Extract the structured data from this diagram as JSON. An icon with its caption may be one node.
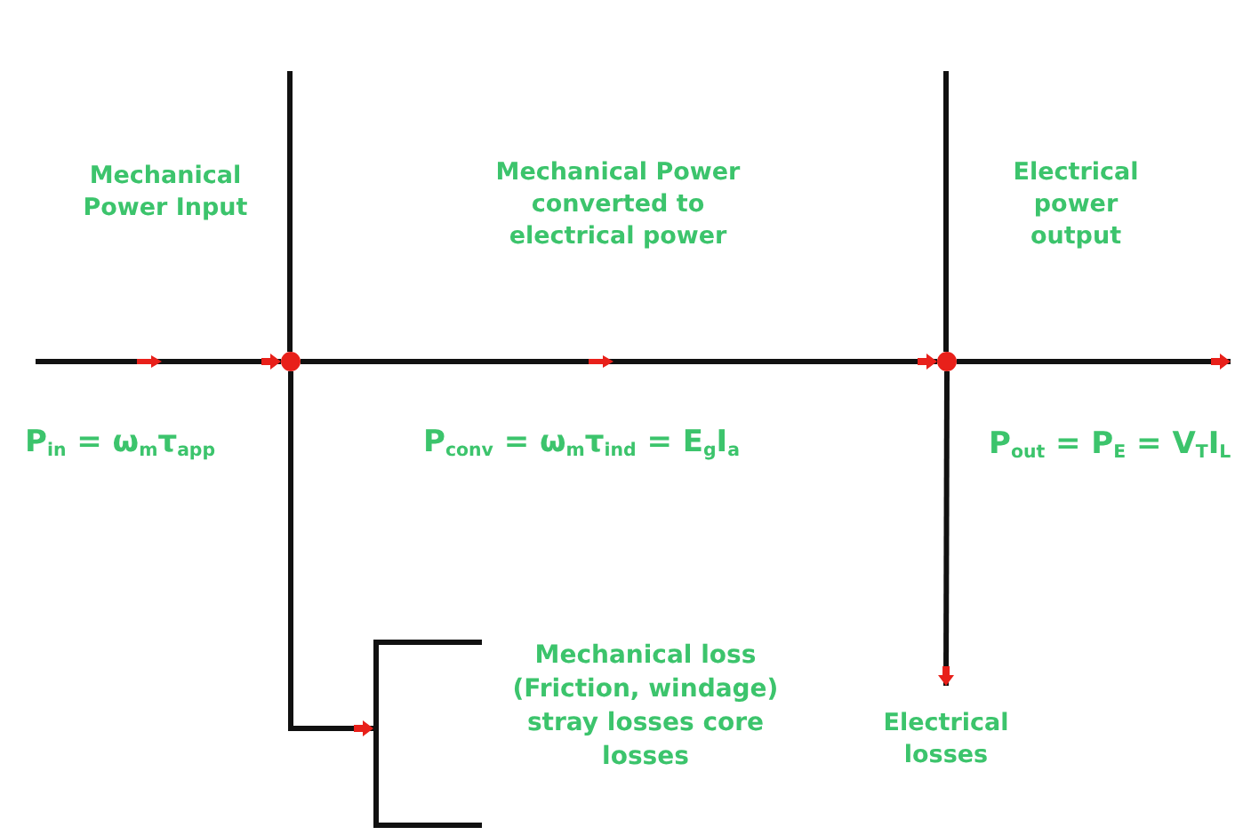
{
  "diagram": {
    "nodes": [
      {
        "text": [
          "Mechanical Power Input"
        ]
      },
      {
        "text": [
          "Mechanical Power converted to electrical power"
        ]
      },
      {
        "text": [
          "Electrical power output"
        ]
      },
      {
        "text": [],
        "shape": "circle"
      },
      {
        "text": [],
        "shape": "circle"
      },
      {
        "text": [
          "Mechanical loss (Friction, windage) stray losses core losses"
        ]
      },
      {
        "text": [
          "Electrical losses"
        ]
      }
    ],
    "edges": [
      {
        "from": null,
        "to": 3,
        "arrow": "to"
      },
      {
        "from": 3,
        "to": 4,
        "arrow": "to"
      },
      {
        "from": 4,
        "to": null,
        "arrow": "to"
      },
      {
        "from": 3,
        "to": 5,
        "arrow": "to"
      },
      {
        "from": 4,
        "to": 6,
        "arrow": "to"
      }
    ],
    "labels": [
      "P$_{in}$ = ω$_{m}$τ$_{app}$",
      "P$_{conv}$ = ω$_{m}$τ$_{ind}$ = E$_{g}$I$_{a}$",
      "P$_{out}$ = P$_{E}$ = V$_{T}$I$_{L}$"
    ]
  }
}
